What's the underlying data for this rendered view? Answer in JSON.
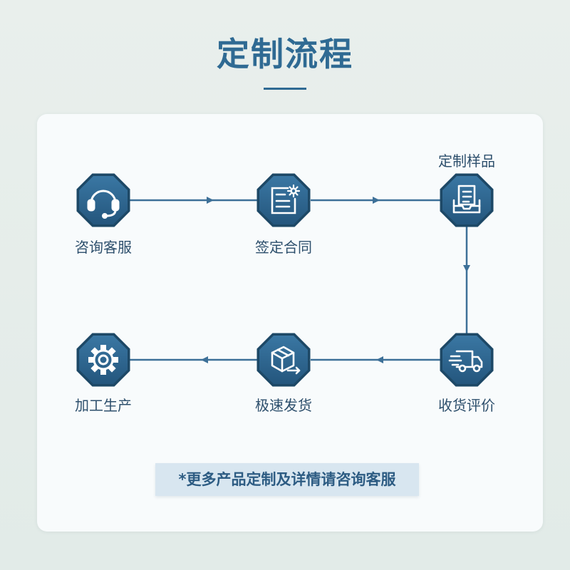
{
  "title": "定制流程",
  "steps": [
    {
      "label": "咨询客服",
      "icon": "headset-icon"
    },
    {
      "label": "签定合同",
      "icon": "contract-gear-icon"
    },
    {
      "label": "定制样品",
      "icon": "document-tray-icon"
    },
    {
      "label": "收货评价",
      "icon": "delivery-truck-icon"
    },
    {
      "label": "极速发货",
      "icon": "package-arrow-icon"
    },
    {
      "label": "加工生产",
      "icon": "gear-icon"
    }
  ],
  "note": "*更多产品定制及详情请咨询客服",
  "colors": {
    "primary": "#2f6a93",
    "icon_fill": "#2b5f86",
    "line": "#3d7098",
    "label": "#2d4f6c",
    "note_bg": "#d8e6f0"
  }
}
